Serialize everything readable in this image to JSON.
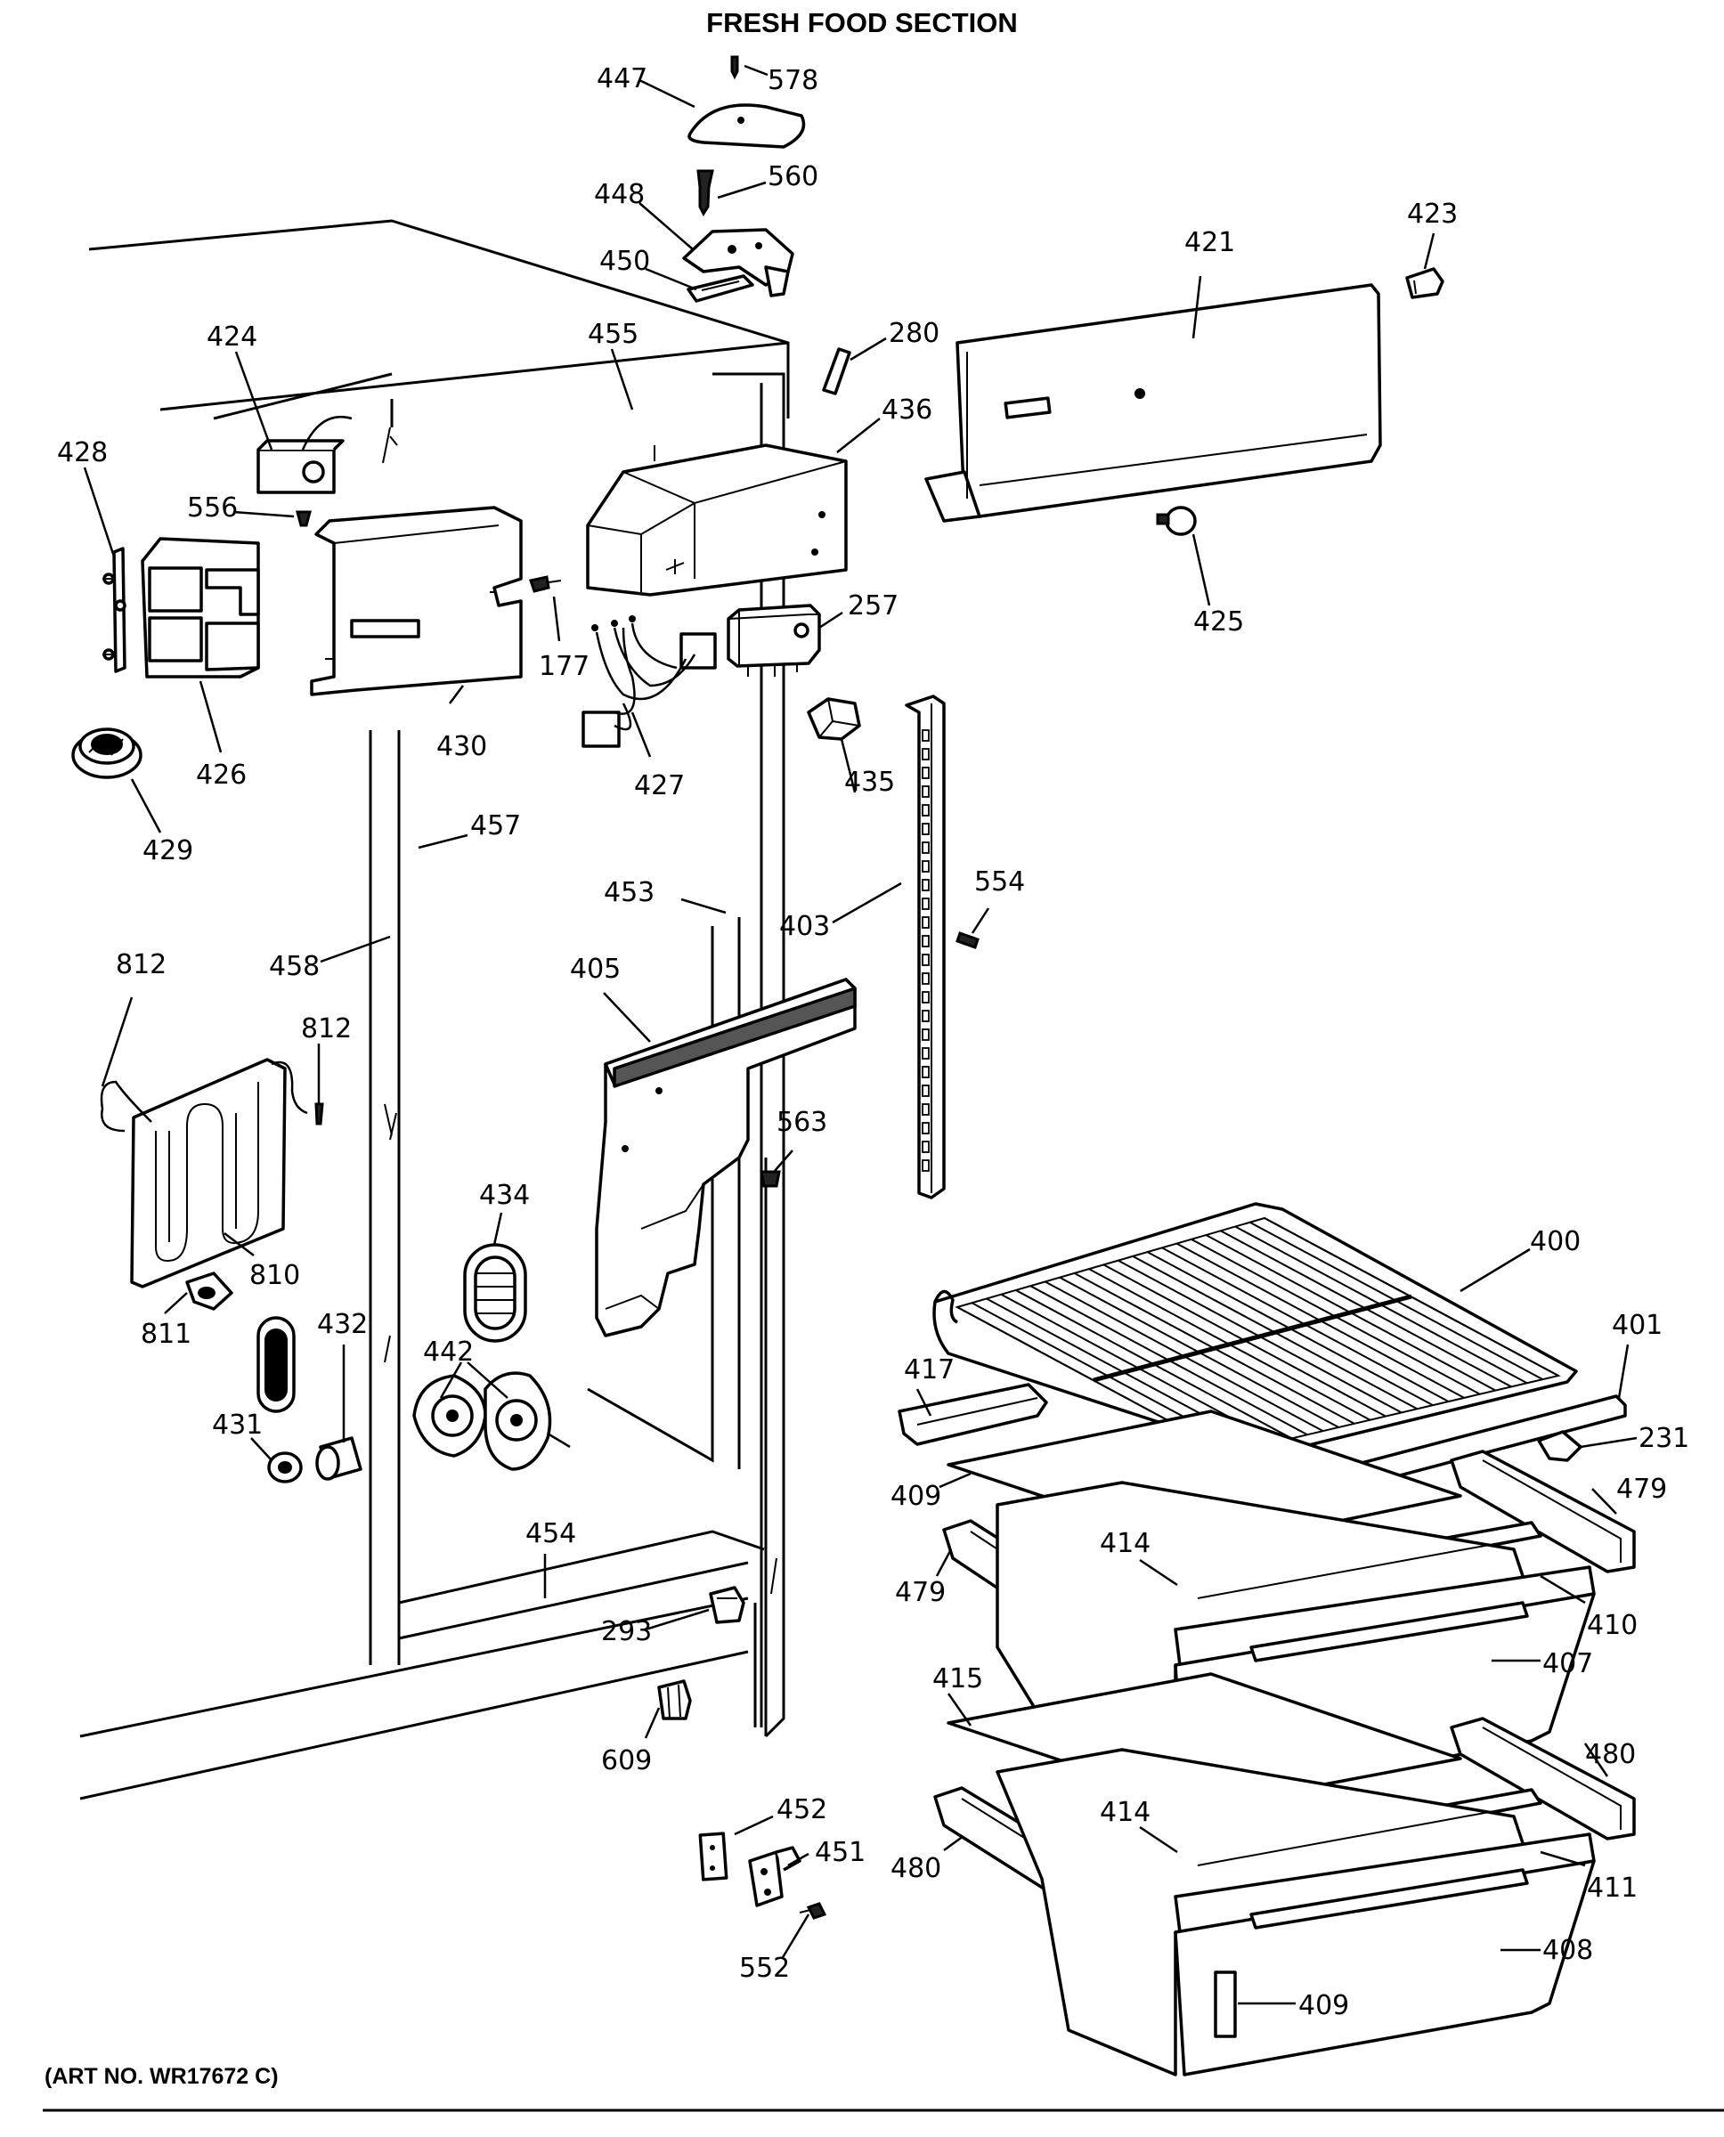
{
  "title": "FRESH FOOD SECTION",
  "art_number": "(ART NO. WR17672 C)",
  "callouts": [
    {
      "id": "c578",
      "text": "578"
    },
    {
      "id": "c447",
      "text": "447"
    },
    {
      "id": "c560",
      "text": "560"
    },
    {
      "id": "c448",
      "text": "448"
    },
    {
      "id": "c450",
      "text": "450"
    },
    {
      "id": "c280",
      "text": "280"
    },
    {
      "id": "c421",
      "text": "421"
    },
    {
      "id": "c423",
      "text": "423"
    },
    {
      "id": "c424",
      "text": "424"
    },
    {
      "id": "c455",
      "text": "455"
    },
    {
      "id": "c436",
      "text": "436"
    },
    {
      "id": "c428",
      "text": "428"
    },
    {
      "id": "c556",
      "text": "556"
    },
    {
      "id": "c257",
      "text": "257"
    },
    {
      "id": "c425",
      "text": "425"
    },
    {
      "id": "c177",
      "text": "177"
    },
    {
      "id": "c426",
      "text": "426"
    },
    {
      "id": "c430",
      "text": "430"
    },
    {
      "id": "c427",
      "text": "427"
    },
    {
      "id": "c435",
      "text": "435"
    },
    {
      "id": "c429",
      "text": "429"
    },
    {
      "id": "c457",
      "text": "457"
    },
    {
      "id": "c453",
      "text": "453"
    },
    {
      "id": "c554",
      "text": "554"
    },
    {
      "id": "c403",
      "text": "403"
    },
    {
      "id": "c812a",
      "text": "812"
    },
    {
      "id": "c458",
      "text": "458"
    },
    {
      "id": "c405",
      "text": "405"
    },
    {
      "id": "c812b",
      "text": "812"
    },
    {
      "id": "c563",
      "text": "563"
    },
    {
      "id": "c434",
      "text": "434"
    },
    {
      "id": "c400",
      "text": "400"
    },
    {
      "id": "c810",
      "text": "810"
    },
    {
      "id": "c432",
      "text": "432"
    },
    {
      "id": "c401",
      "text": "401"
    },
    {
      "id": "c442",
      "text": "442"
    },
    {
      "id": "c811",
      "text": "811"
    },
    {
      "id": "c417",
      "text": "417"
    },
    {
      "id": "c231",
      "text": "231"
    },
    {
      "id": "c431",
      "text": "431"
    },
    {
      "id": "c409a",
      "text": "409"
    },
    {
      "id": "c479a",
      "text": "479"
    },
    {
      "id": "c414a",
      "text": "414"
    },
    {
      "id": "c454",
      "text": "454"
    },
    {
      "id": "c479b",
      "text": "479"
    },
    {
      "id": "c410",
      "text": "410"
    },
    {
      "id": "c293",
      "text": "293"
    },
    {
      "id": "c407",
      "text": "407"
    },
    {
      "id": "c415",
      "text": "415"
    },
    {
      "id": "c480a",
      "text": "480"
    },
    {
      "id": "c609",
      "text": "609"
    },
    {
      "id": "c452",
      "text": "452"
    },
    {
      "id": "c414b",
      "text": "414"
    },
    {
      "id": "c451",
      "text": "451"
    },
    {
      "id": "c480b",
      "text": "480"
    },
    {
      "id": "c411",
      "text": "411"
    },
    {
      "id": "c408",
      "text": "408"
    },
    {
      "id": "c552",
      "text": "552"
    },
    {
      "id": "c409b",
      "text": "409"
    }
  ]
}
